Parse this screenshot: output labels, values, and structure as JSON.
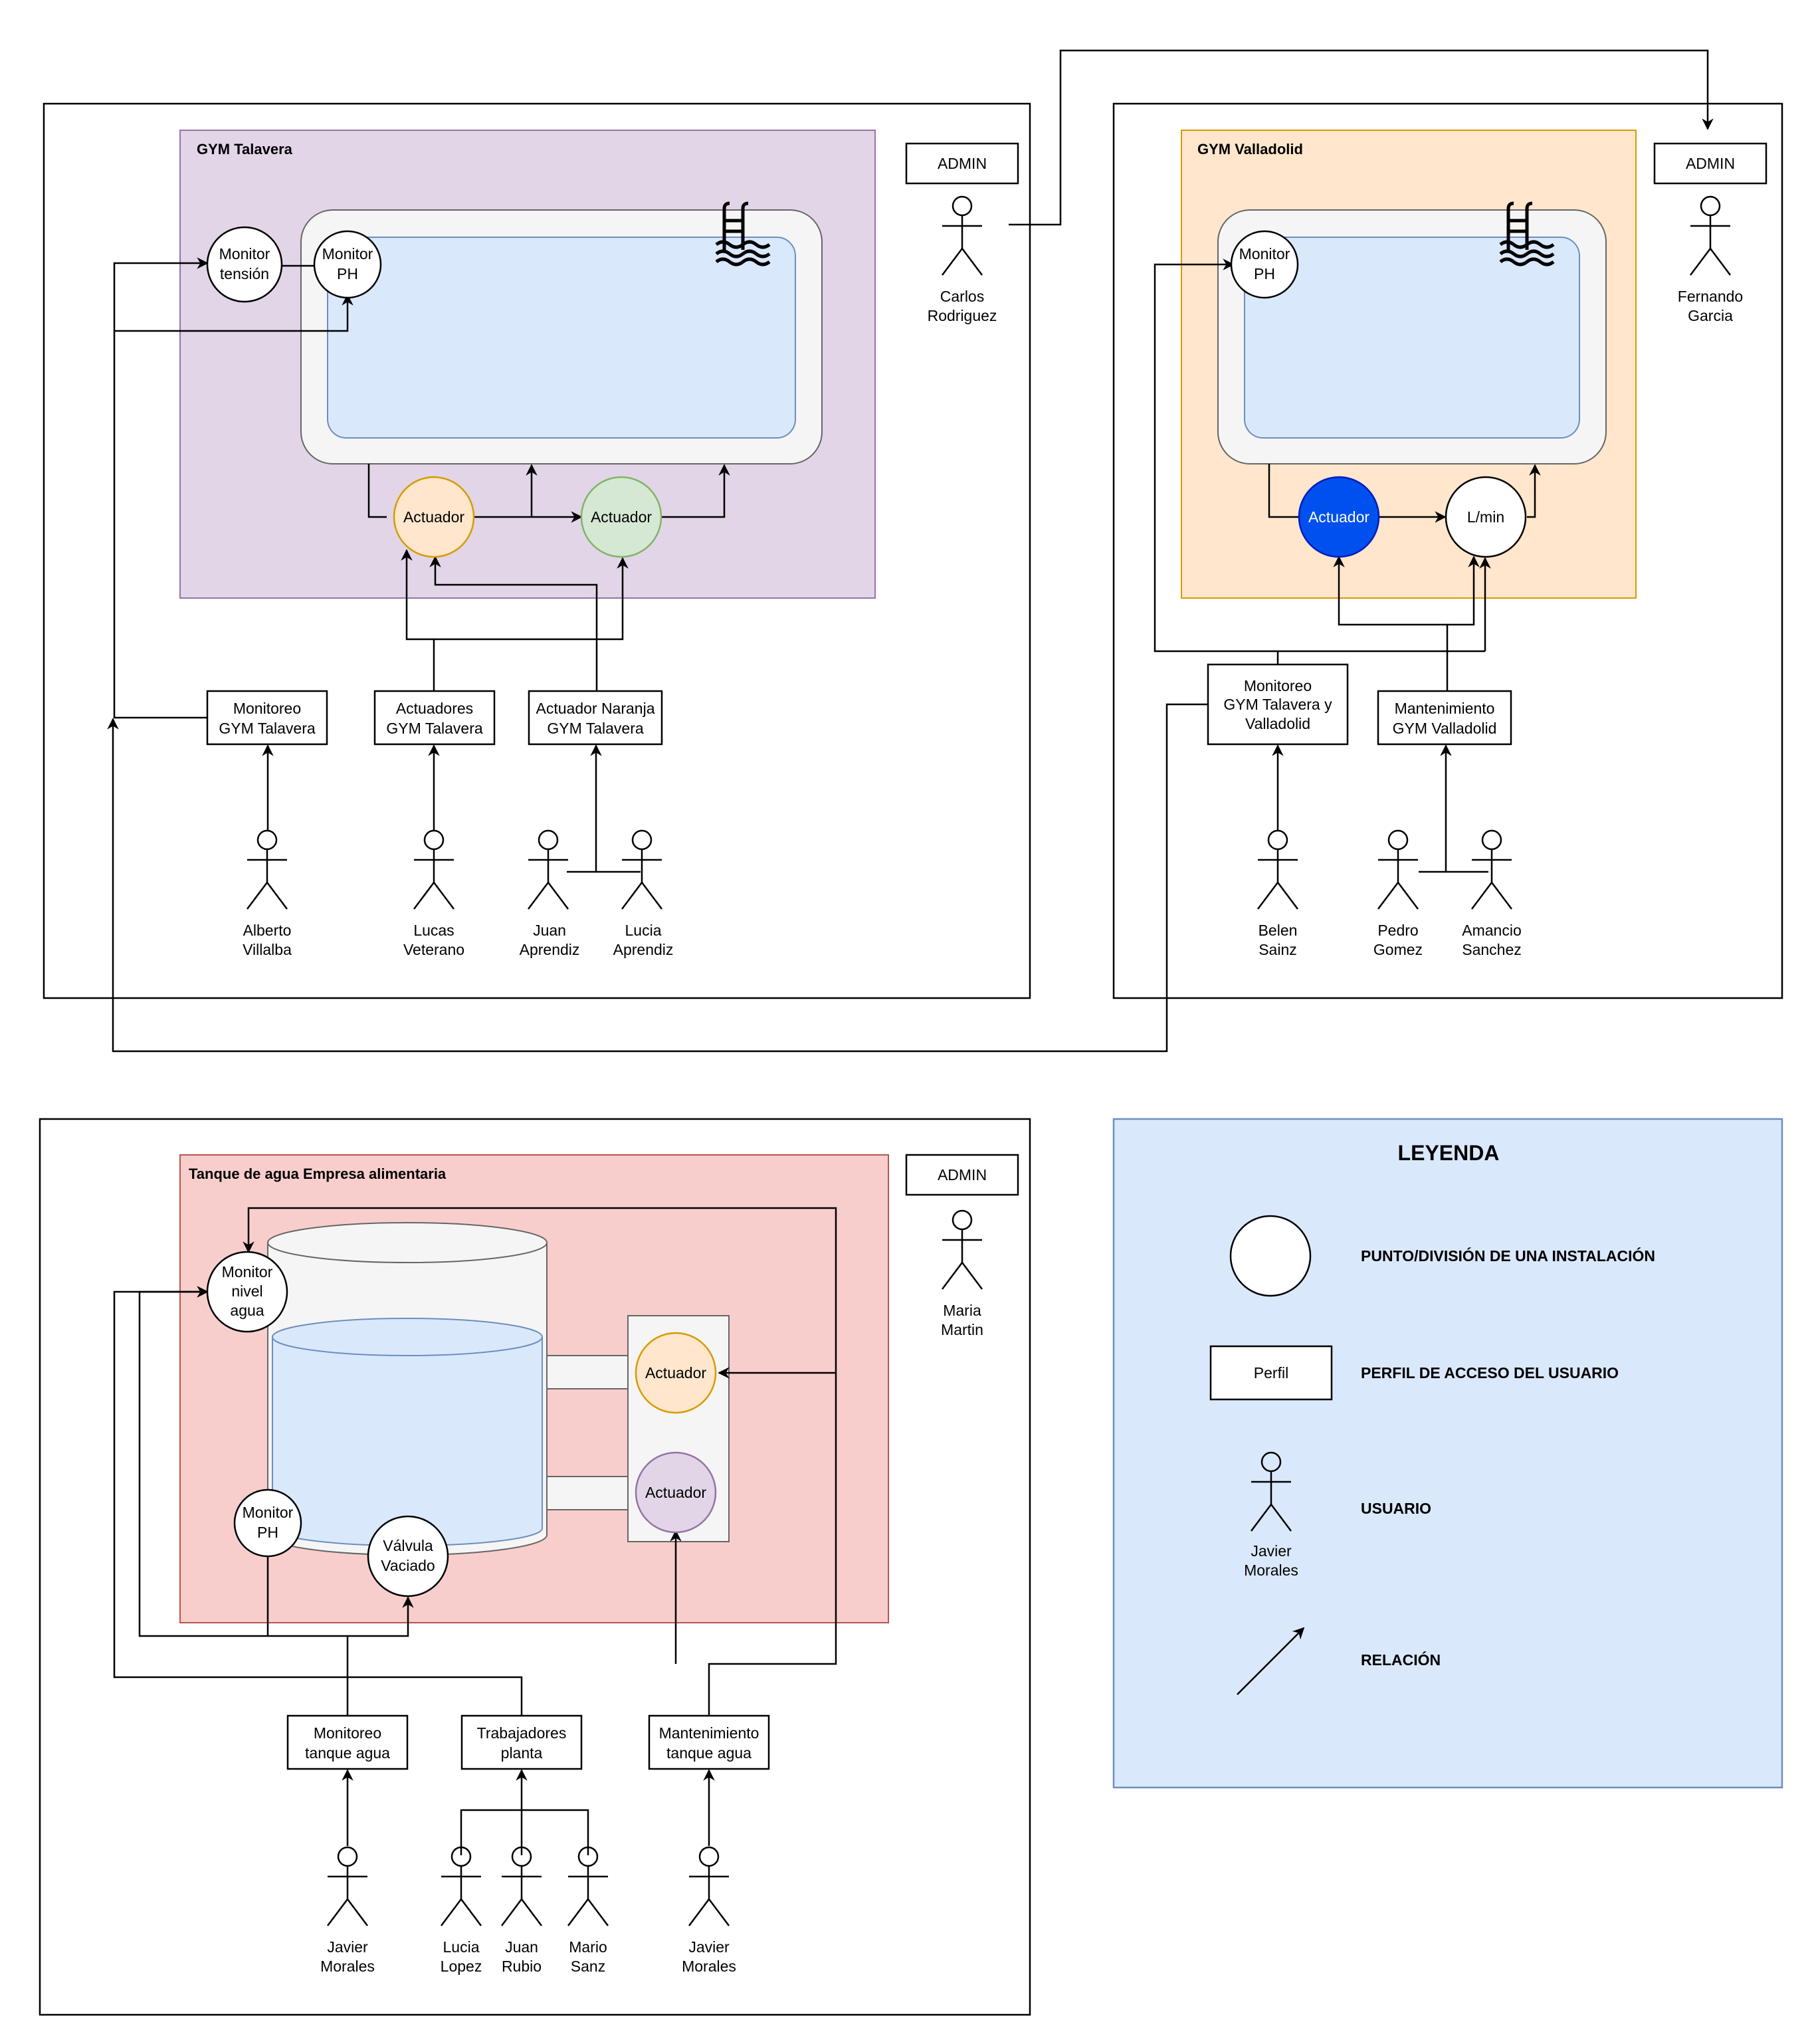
{
  "talavera": {
    "title": "GYM Talavera",
    "admin": "ADMIN",
    "admin_user": [
      "Carlos",
      "Rodriguez"
    ],
    "monitor_tension": [
      "Monitor",
      "tensión"
    ],
    "monitor_ph": [
      "Monitor",
      "PH"
    ],
    "actuator_1": "Actuador",
    "actuator_2": "Actuador",
    "profiles": [
      [
        "Monitoreo",
        "GYM Talavera"
      ],
      [
        "Actuadores",
        "GYM Talavera"
      ],
      [
        "Actuador Naranja",
        "GYM Talavera"
      ]
    ],
    "users": [
      [
        "Alberto",
        "Villalba"
      ],
      [
        "Lucas",
        "Veterano"
      ],
      [
        "Juan",
        "Aprendiz"
      ],
      [
        "Lucia",
        "Aprendiz"
      ]
    ]
  },
  "valladolid": {
    "title": "GYM Valladolid",
    "admin": "ADMIN",
    "admin_user": [
      "Fernando",
      "Garcia"
    ],
    "monitor_ph": [
      "Monitor",
      "PH"
    ],
    "actuator": "Actuador",
    "flow": "L/min",
    "profiles": [
      [
        "Monitoreo",
        "GYM Talavera y",
        "Valladolid"
      ],
      [
        "Mantenimiento",
        "GYM Valladolid"
      ]
    ],
    "users": [
      [
        "Belen",
        "Sainz"
      ],
      [
        "Pedro",
        "Gomez"
      ],
      [
        "Amancio",
        "Sanchez"
      ]
    ]
  },
  "tanque": {
    "title": "Tanque de agua Empresa alimentaria",
    "admin": "ADMIN",
    "admin_user": [
      "Maria",
      "Martin"
    ],
    "monitor_level": [
      "Monitor",
      "nivel",
      "agua"
    ],
    "monitor_ph": [
      "Monitor",
      "PH"
    ],
    "valve": [
      "Válvula",
      "Vaciado"
    ],
    "actuator_1": "Actuador",
    "actuator_2": "Actuador",
    "profiles": [
      [
        "Monitoreo",
        "tanque agua"
      ],
      [
        "Trabajadores",
        "planta"
      ],
      [
        "Mantenimiento",
        "tanque agua"
      ]
    ],
    "users": [
      [
        "Javier",
        "Morales"
      ],
      [
        "Lucia",
        "Lopez"
      ],
      [
        "Juan",
        "Rubio"
      ],
      [
        "Mario",
        "Sanz"
      ],
      [
        "Javier",
        "Morales"
      ]
    ]
  },
  "legend": {
    "title": "LEYENDA",
    "point": "PUNTO/DIVISIÓN DE UNA INSTALACIÓN",
    "profile_sample": "Perfil",
    "profile": "PERFIL DE ACCESO DEL USUARIO",
    "user_sample": [
      "Javier",
      "Morales"
    ],
    "user": "USUARIO",
    "relation": "RELACIÓN"
  },
  "colors": {
    "talavera_zone": "#e1d5e7",
    "talavera_zone_border": "#9673a6",
    "valladolid_zone": "#ffe6cc",
    "valladolid_zone_border": "#d79b00",
    "tanque_zone": "#f8cecc",
    "tanque_zone_border": "#b85450",
    "legend_bg": "#dae8fc",
    "legend_border": "#6c8ebf",
    "water": "#dae8fc",
    "water_border": "#6c8ebf",
    "pool_rim": "#f5f5f5",
    "actuator_orange": "#ffe6cc",
    "actuator_green": "#d5e8d4",
    "actuator_blue": "#0050ef",
    "actuator_purple": "#e1d5e7"
  },
  "icons": [
    "pool-ladder-icon",
    "stick-figure-user-icon",
    "arrow-icon"
  ]
}
